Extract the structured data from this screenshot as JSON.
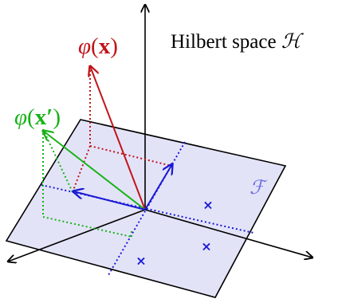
{
  "title": {
    "text": "Hilbert space",
    "symbol": "ℋ"
  },
  "labels": {
    "phi_x": {
      "phi": "φ",
      "open": "(",
      "var": "x",
      "close": ")"
    },
    "phi_xp": {
      "phi": "φ",
      "open": "(",
      "var": "x′",
      "close": ")"
    },
    "feature_space": "ℱ"
  },
  "colors": {
    "red": "#c0141a",
    "green": "#17b317",
    "blue": "#1a1ad6",
    "plane_fill": "#e3e3f8",
    "axis": "#000000",
    "feature_label": "#6a6ae0"
  },
  "markers": {
    "symbol": "×",
    "count": 3
  }
}
